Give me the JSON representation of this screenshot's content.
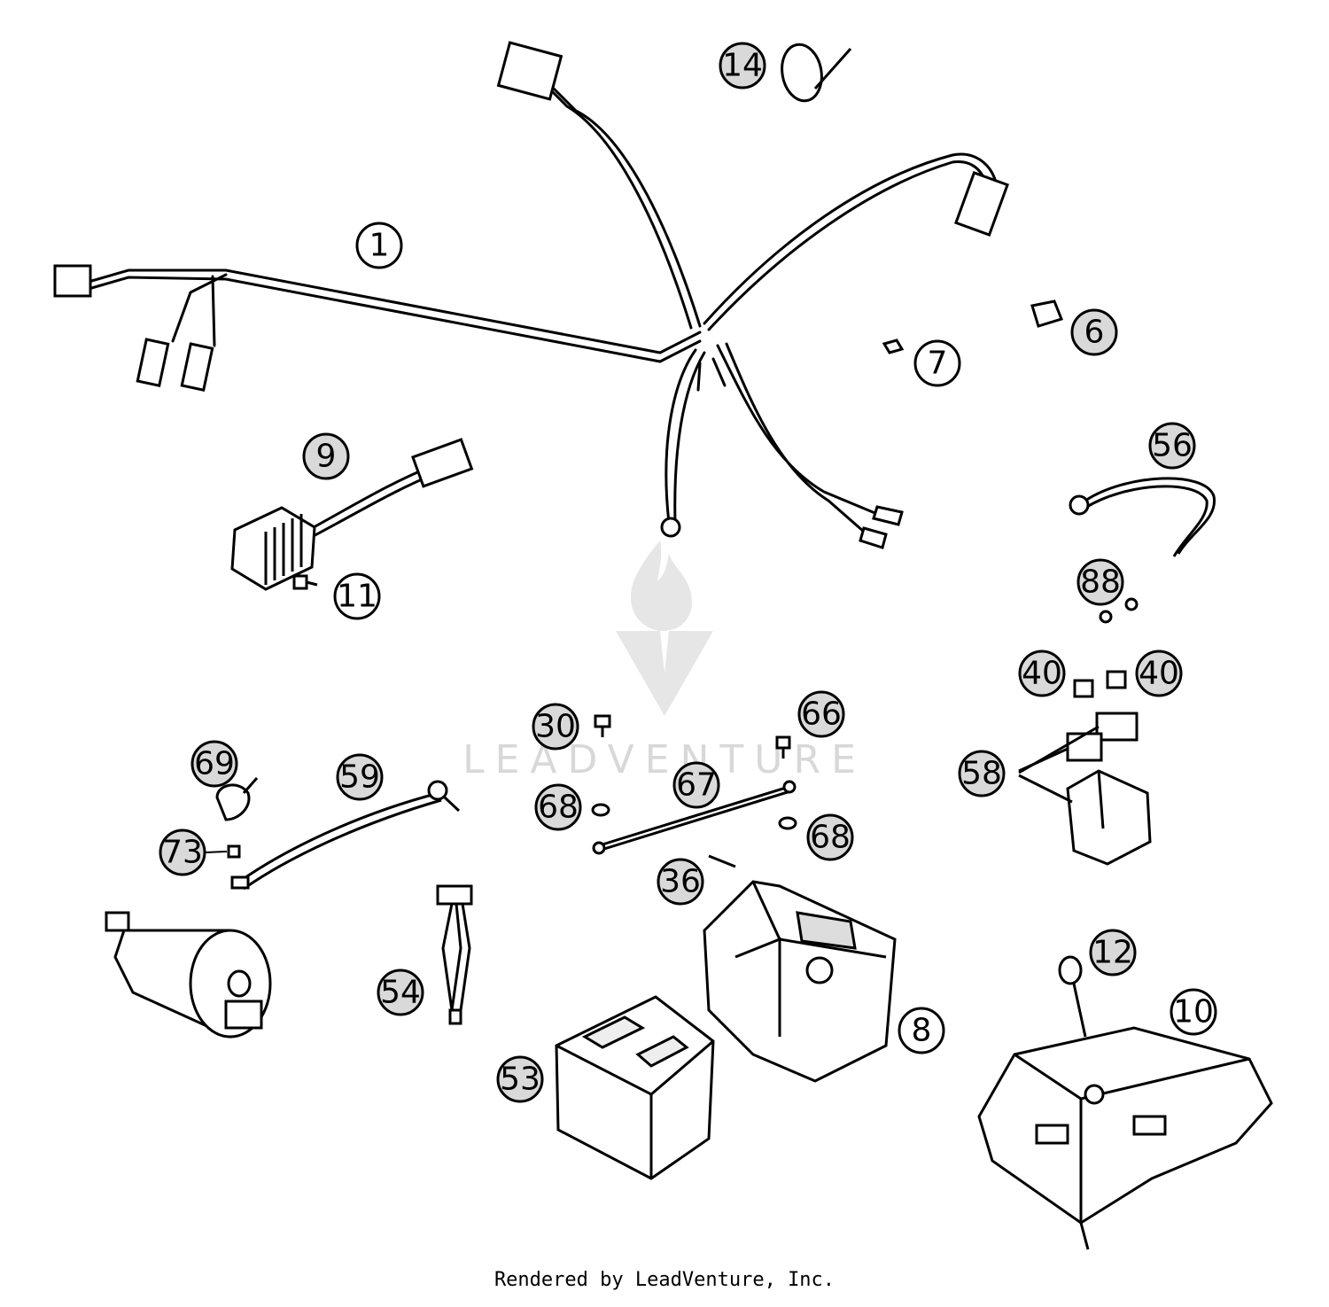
{
  "watermark": {
    "text": "LEADVENTURE"
  },
  "footer": {
    "credit": "Rendered by LeadVenture, Inc."
  },
  "callouts": [
    {
      "id": "c1",
      "label": "1",
      "shaded": false
    },
    {
      "id": "c14",
      "label": "14",
      "shaded": true
    },
    {
      "id": "c6",
      "label": "6",
      "shaded": true
    },
    {
      "id": "c7",
      "label": "7",
      "shaded": false
    },
    {
      "id": "c9",
      "label": "9",
      "shaded": true
    },
    {
      "id": "c11",
      "label": "11",
      "shaded": false
    },
    {
      "id": "c56",
      "label": "56",
      "shaded": true
    },
    {
      "id": "c88",
      "label": "88",
      "shaded": true
    },
    {
      "id": "c40a",
      "label": "40",
      "shaded": true
    },
    {
      "id": "c40b",
      "label": "40",
      "shaded": true
    },
    {
      "id": "c30",
      "label": "30",
      "shaded": true
    },
    {
      "id": "c66",
      "label": "66",
      "shaded": true
    },
    {
      "id": "c58",
      "label": "58",
      "shaded": true
    },
    {
      "id": "c69",
      "label": "69",
      "shaded": true
    },
    {
      "id": "c59",
      "label": "59",
      "shaded": true
    },
    {
      "id": "c67",
      "label": "67",
      "shaded": true
    },
    {
      "id": "c68a",
      "label": "68",
      "shaded": true
    },
    {
      "id": "c68b",
      "label": "68",
      "shaded": true
    },
    {
      "id": "c73",
      "label": "73",
      "shaded": true
    },
    {
      "id": "c36",
      "label": "36",
      "shaded": true
    },
    {
      "id": "c12",
      "label": "12",
      "shaded": true
    },
    {
      "id": "c10",
      "label": "10",
      "shaded": false
    },
    {
      "id": "c54",
      "label": "54",
      "shaded": true
    },
    {
      "id": "c8",
      "label": "8",
      "shaded": false
    },
    {
      "id": "c53",
      "label": "53",
      "shaded": true
    }
  ]
}
